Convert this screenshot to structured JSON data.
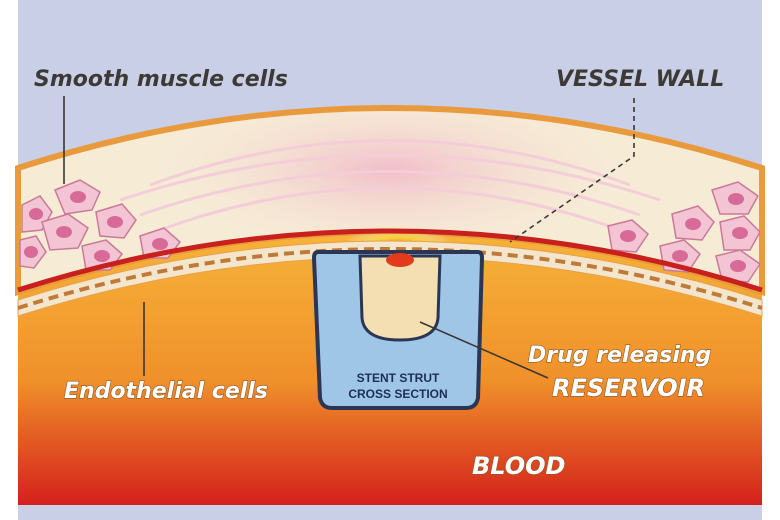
{
  "labels": {
    "smooth_muscle": "Smooth muscle cells",
    "vessel_wall": "VESSEL WALL",
    "endothelial": "Endothelial cells",
    "strut_line1": "STENT STRUT",
    "strut_line2": "CROSS SECTION",
    "drug_line1": "Drug releasing",
    "drug_line2": "RESERVOIR",
    "blood": "BLOOD"
  },
  "colors": {
    "sky": "#c9cfe6",
    "wall_fill": "#f6ecd6",
    "wall_edge": "#e89a3c",
    "smooth_muscle_cell": "#f2c4d4",
    "cell_nucleus": "#d86a98",
    "endothelium_red": "#c8201c",
    "endothelium_band": "#f3e6cd",
    "blood_top": "#f6b43a",
    "blood_bottom": "#d4201b",
    "strut_fill": "#9fc6e6",
    "strut_outline": "#2b3654",
    "reservoir": "#f4dfb2",
    "drug_hotspot": "#e23a1c"
  }
}
